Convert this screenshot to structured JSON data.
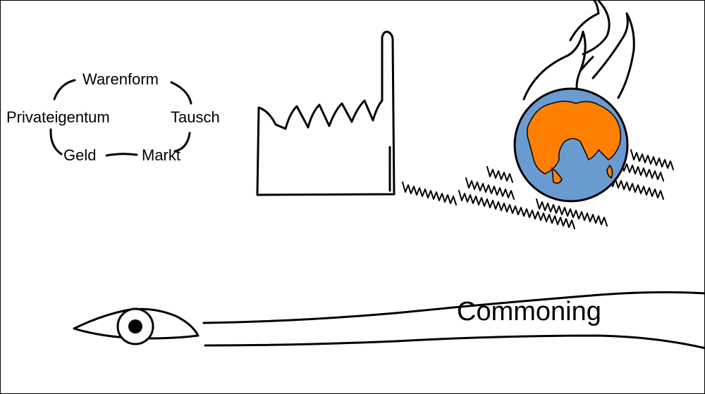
{
  "cycle": {
    "warenform": "Warenform",
    "tausch": "Tausch",
    "markt": "Markt",
    "geld": "Geld",
    "privateigentum": "Privateigentum"
  },
  "commoning": "Commoning",
  "icons": {
    "factory": "factory-icon",
    "globe": "burning-globe-icon",
    "flames": "flame-icon",
    "grass": "grass-icon",
    "eye": "eye-icon",
    "road": "road-path-icon"
  },
  "colors": {
    "ocean": "#6a9bd0",
    "land": "#ff8000",
    "ink": "#000000",
    "background": "#ffffff"
  }
}
